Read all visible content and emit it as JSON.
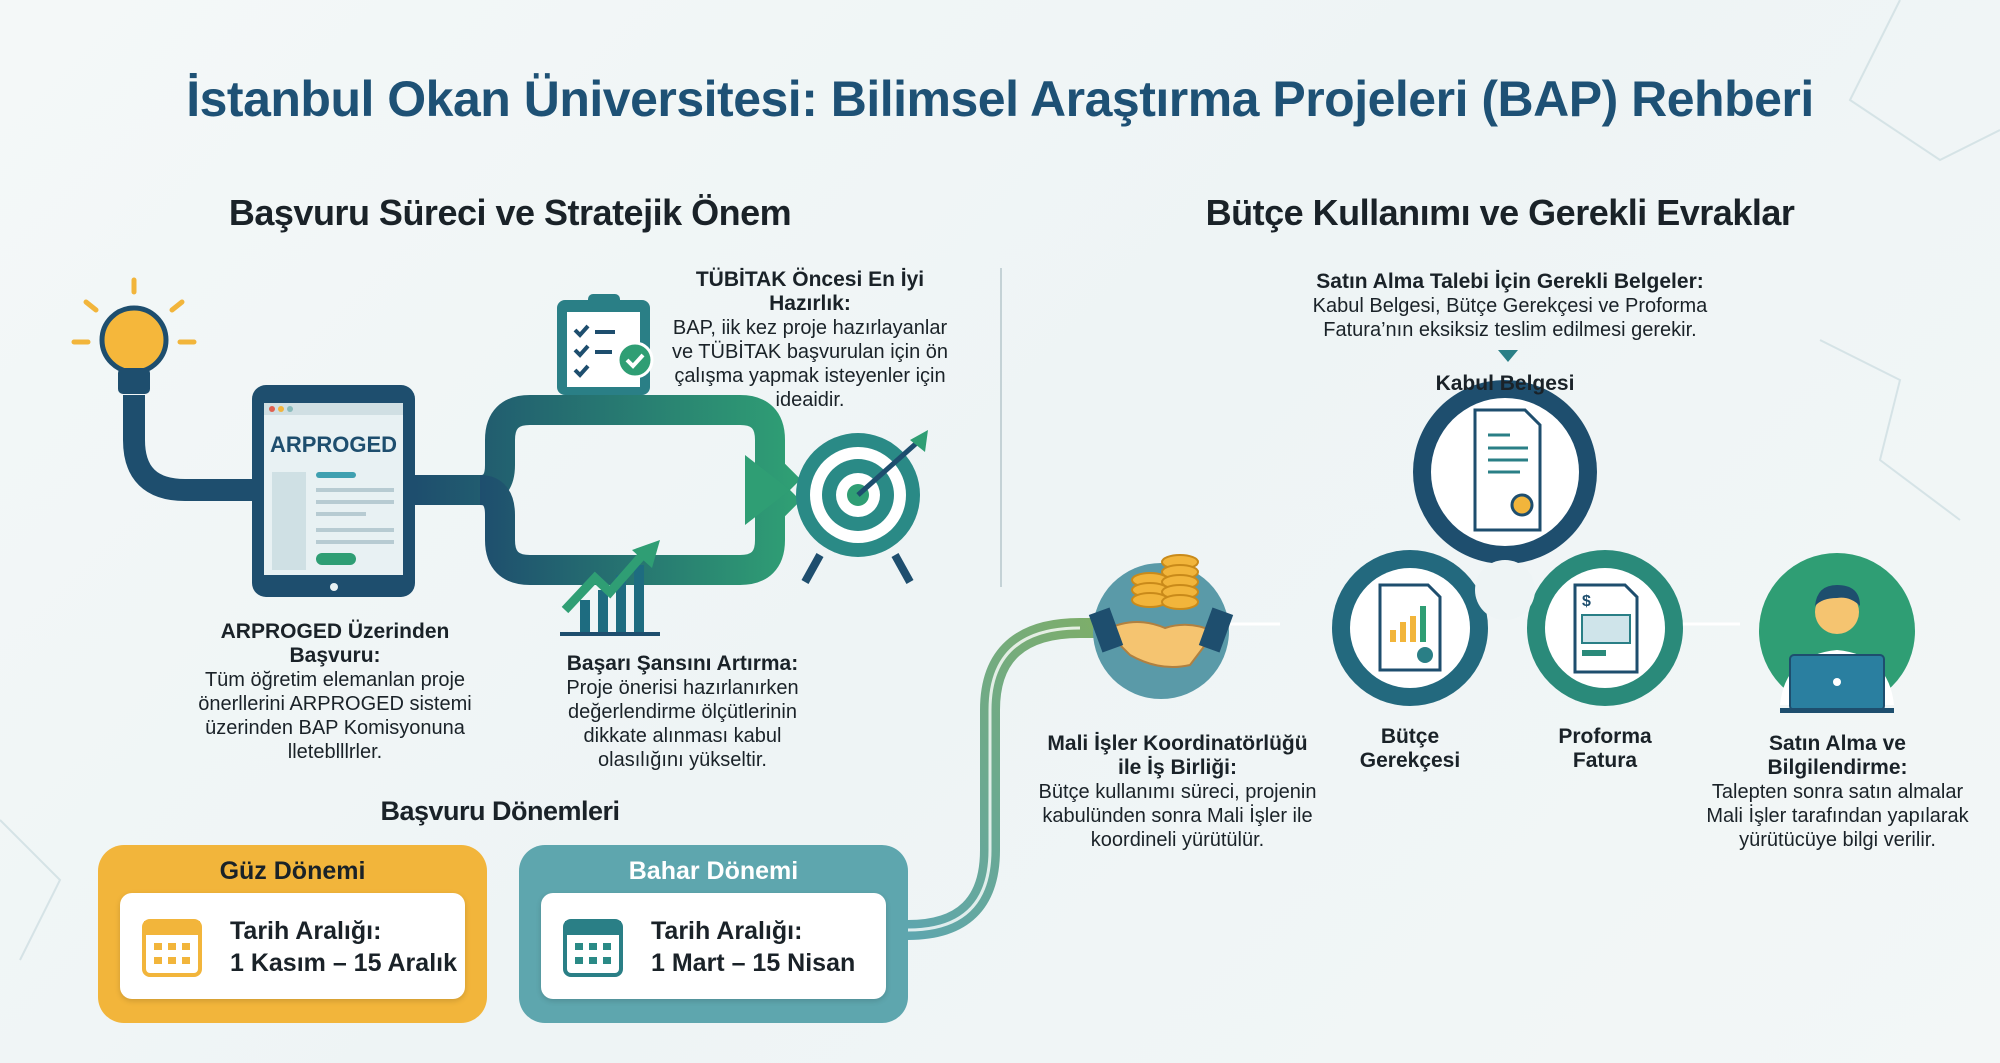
{
  "title": "İstanbul Okan Üniversitesi: Bilimsel Araştırma Projeleri (BAP) Rehberi",
  "left": {
    "heading": "Başvuru Süreci ve Stratejik Önem",
    "tablet_label": "ARPROGED",
    "arproged": {
      "title": "ARPROGED Üzerinden Başvuru:",
      "text": "Tüm öğretim elemanlan proje önerllerini ARPROGED sistemi üzerinden BAP Komisyonuna lleteblllrler."
    },
    "tubitak": {
      "title": "TÜBİTAK Öncesi En İyi Hazırlık:",
      "text": "BAP, iik kez proje hazırlayanlar ve TÜBİTAK başvurulan için ön çalışma yapmak isteyenler için ideaidir."
    },
    "basari": {
      "title": "Başarı Şansını Artırma:",
      "text": "Proje önerisi hazırlanırken değerlendirme ölçütlerinin dikkate alınması kabul olasılığını yükseltir."
    },
    "periods_heading": "Başvuru Dönemleri",
    "periods": [
      {
        "name": "Güz Dönemi",
        "label": "Tarih Aralığı:",
        "range": "1 Kasım – 15 Aralık",
        "color": "#f2b53b"
      },
      {
        "name": "Bahar Dönemi",
        "label": "Tarih Aralığı:",
        "range": "1 Mart – 15 Nisan",
        "color": "#5ea6ae"
      }
    ]
  },
  "right": {
    "heading": "Bütçe Kullanımı ve Gerekli Evraklar",
    "required": {
      "title": "Satın Alma Talebi İçin Gerekli Belgeler:",
      "text": "Kabul Belgesi, Bütçe Gerekçesi ve Proforma Fatura’nın eksiksiz teslim edilmesi gerekir."
    },
    "kabul": "Kabul Belgesi",
    "butce": "Bütçe Gerekçesi",
    "proforma": "Proforma Fatura",
    "mali": {
      "title": "Mali İşler Koordinatörlüğü ile İş Birliği:",
      "text": "Bütçe kullanımı süreci, projenin kabulünden sonra Mali İşler ile koordineli yürütülür."
    },
    "satin": {
      "title": "Satın Alma ve Bilgilendirme:",
      "text": "Talepten sonra satın almalar Mali İşler tarafından yapılarak yürütücüye bilgi verilir."
    }
  },
  "colors": {
    "navy": "#1e4e6e",
    "teal": "#2a7f86",
    "green": "#2f9e74",
    "orange": "#f2b53b"
  }
}
